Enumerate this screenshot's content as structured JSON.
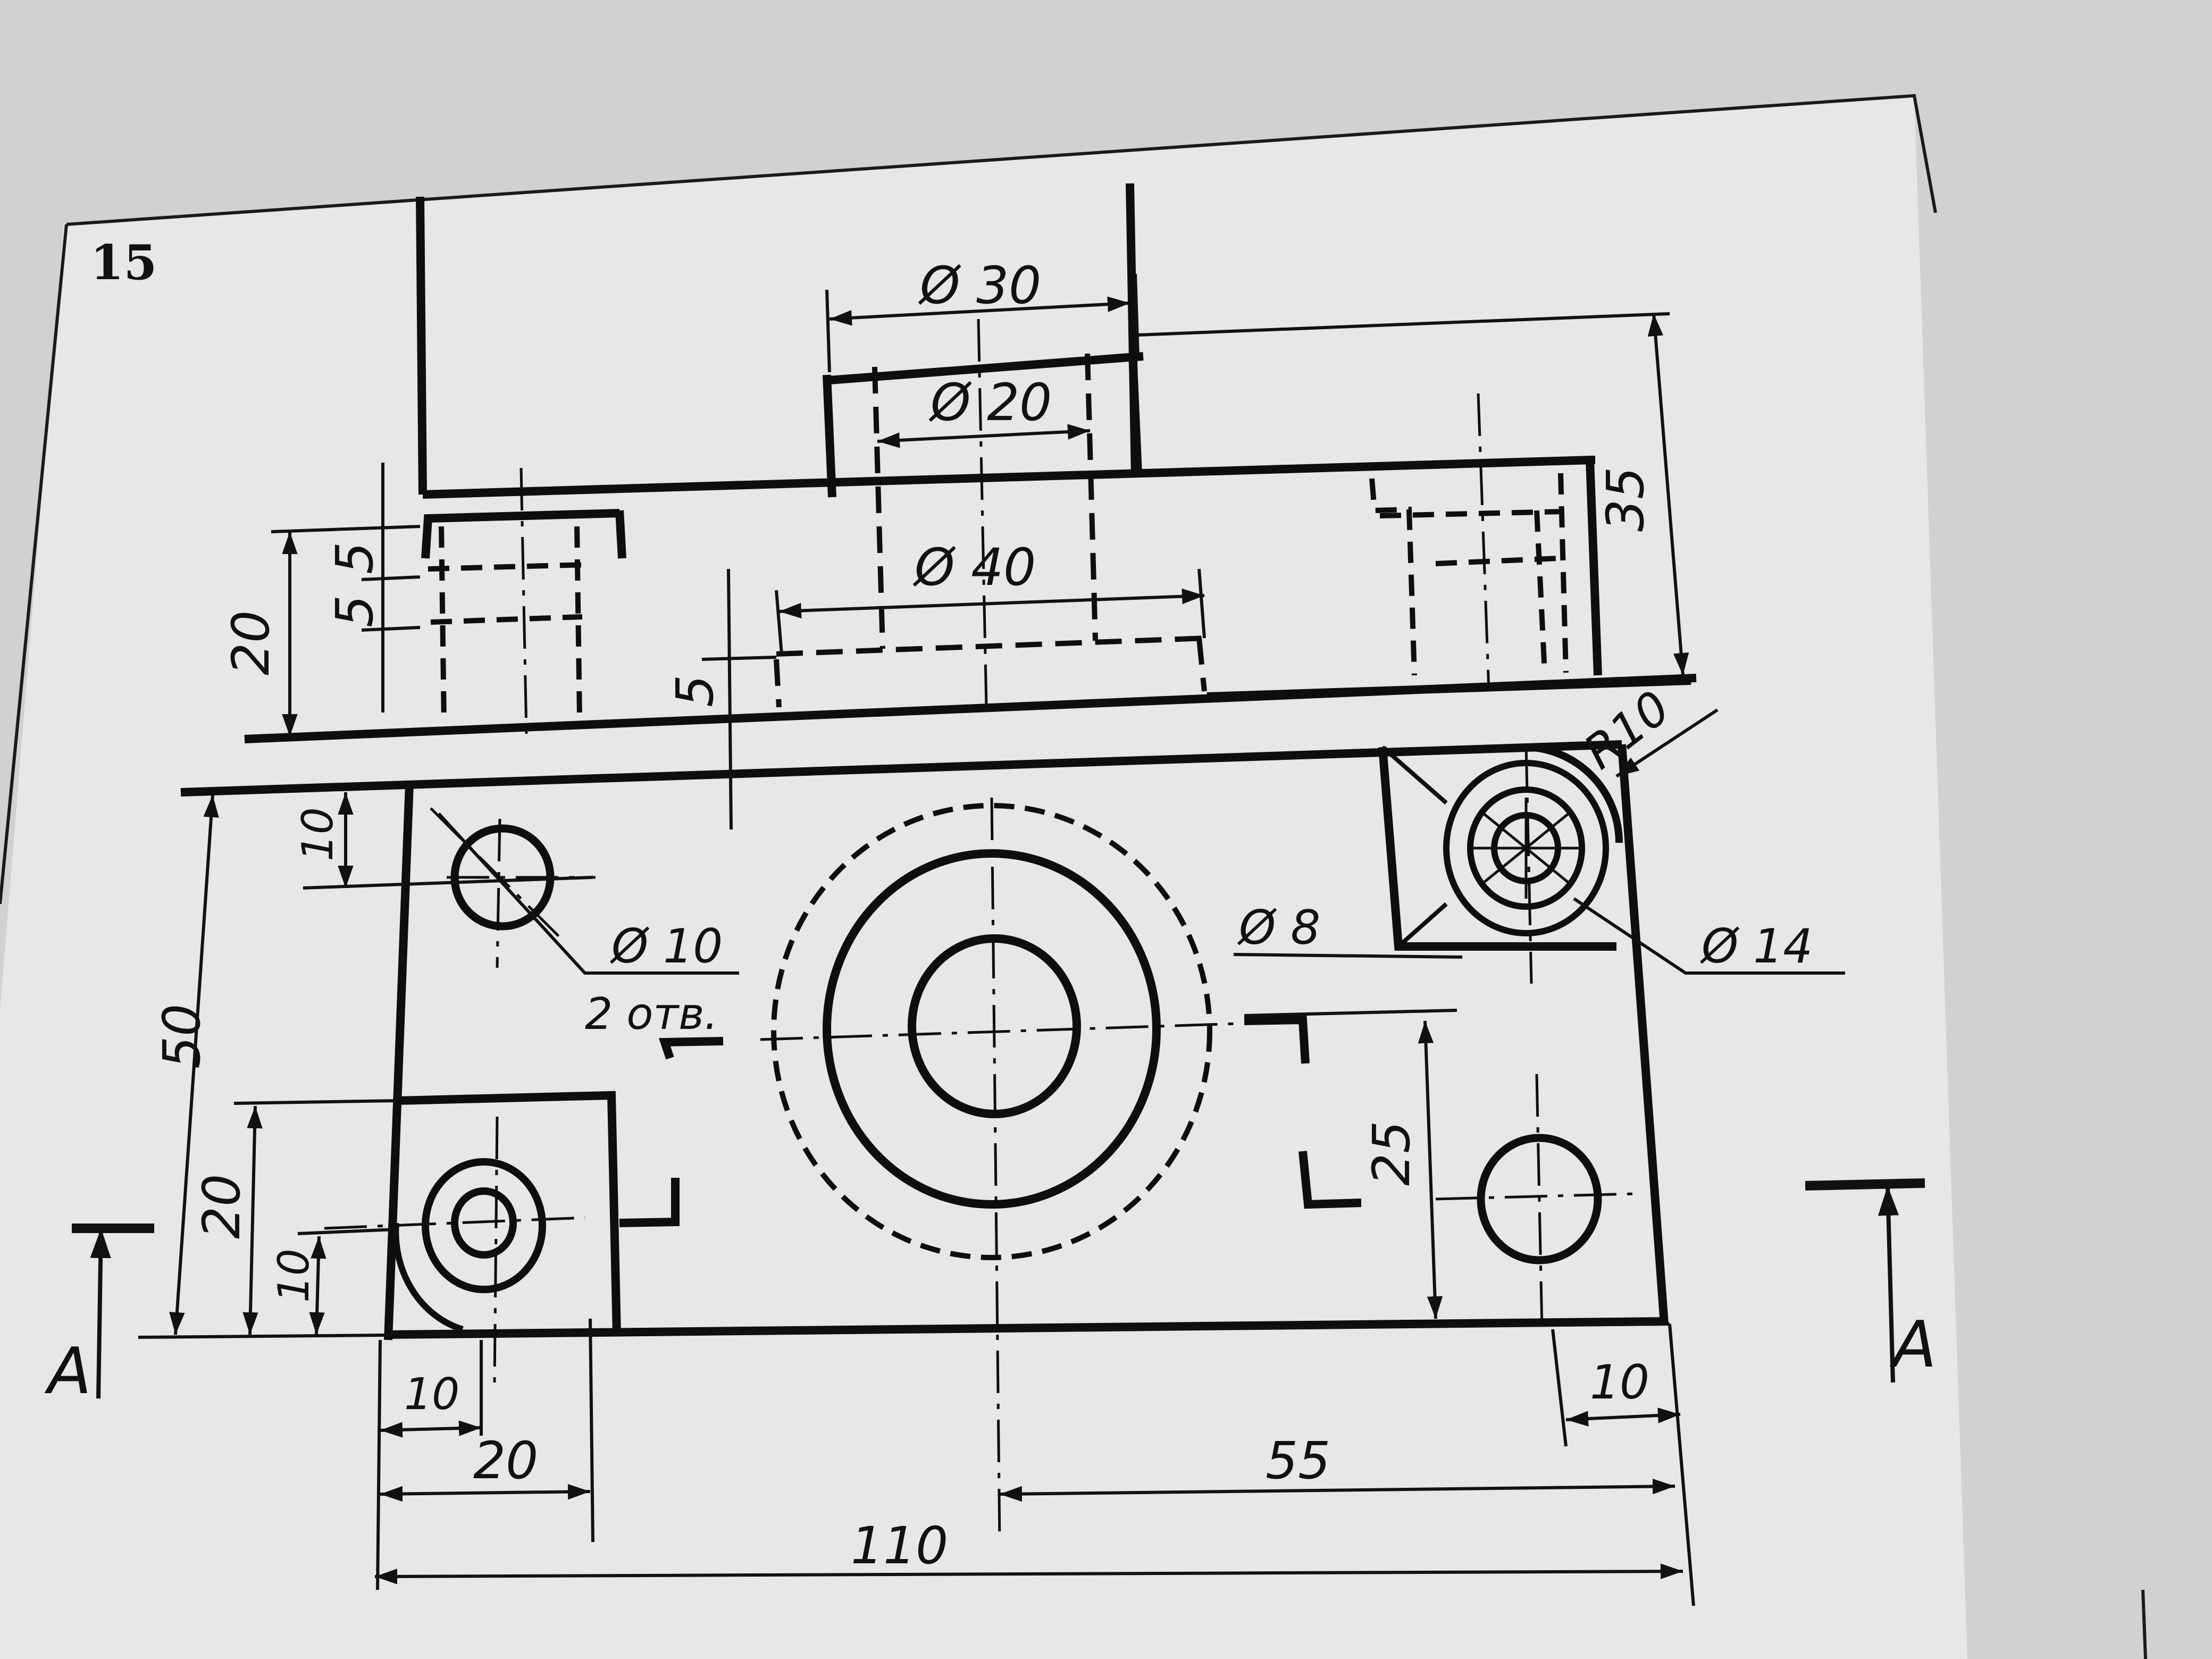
{
  "sheet": {
    "exercise_number": "15",
    "paper_color": "#e4e6e3",
    "ink_color": "#111111"
  },
  "dimensions": {
    "top_boss_outer": "Ø 30",
    "top_boss_inner": "Ø 20",
    "counterbore": "Ø 40",
    "overall_height": "35",
    "left_height": "20",
    "step_upper": "5",
    "step_lower": "5",
    "recess_depth": "5",
    "hole_offset_top": "10",
    "hole_left_dia": "Ø 10",
    "hole_left_qty": "2 отв.",
    "plan_depth": "50",
    "boss_block_height": "20",
    "boss_center_height": "10",
    "boss_offset_x": "10",
    "boss_block_width": "20",
    "overall_width": "110",
    "center_offset": "55",
    "right_offset": "10",
    "right_hole_y": "25",
    "corner_radius": "R10",
    "small_hole": "Ø 8",
    "ring_hole": "Ø 14"
  },
  "section": {
    "left_label": "A",
    "right_label": "A"
  }
}
